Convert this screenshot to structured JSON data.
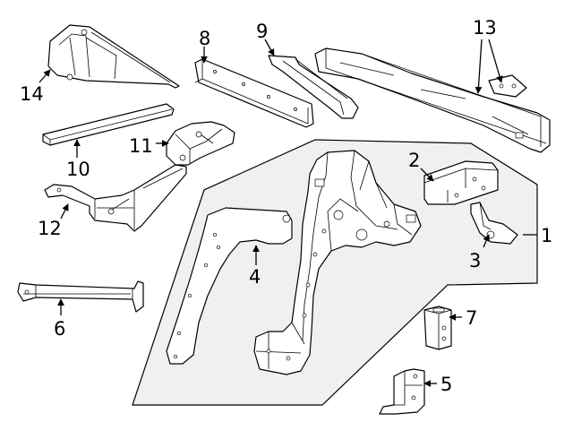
{
  "callouts": {
    "c1": "1",
    "c2": "2",
    "c3": "3",
    "c4": "4",
    "c5": "5",
    "c6": "6",
    "c7": "7",
    "c8": "8",
    "c9": "9",
    "c10": "10",
    "c11": "11",
    "c12": "12",
    "c13": "13",
    "c14": "14"
  },
  "colors": {
    "assembly_background": "#f0f0f0",
    "line": "#000000",
    "part_fill": "#ffffff"
  }
}
